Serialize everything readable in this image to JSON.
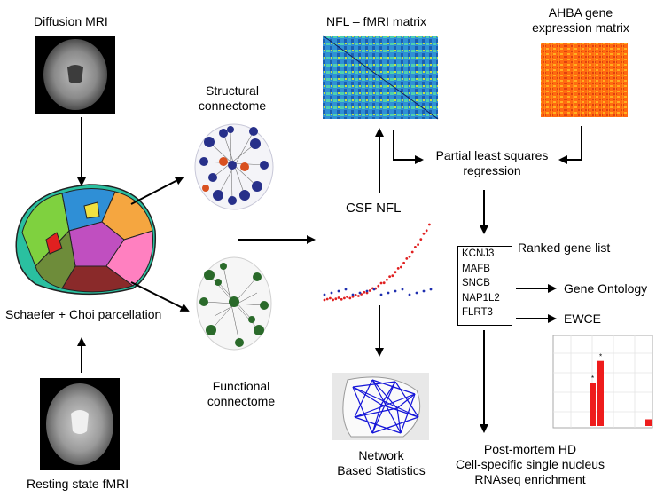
{
  "labels": {
    "diffusion_mri": "Diffusion MRI",
    "structural_connectome_1": "Structural",
    "structural_connectome_2": "connectome",
    "nfl_fmri_matrix": "NFL – fMRI matrix",
    "ahba_1": "AHBA gene",
    "ahba_2": "expression matrix",
    "pls_1": "Partial least squares",
    "pls_2": "regression",
    "csf_nfl": "CSF NFL",
    "ranked_gene_list": "Ranked gene list",
    "gene_ontology": "Gene Ontology",
    "ewce": "EWCE",
    "parcellation": "Schaefer + Choi parcellation",
    "functional_connectome_1": "Functional",
    "functional_connectome_2": "connectome",
    "resting_fmri": "Resting state fMRI",
    "nbs_1": "Network",
    "nbs_2": "Based Statistics",
    "postmortem_1": "Post-mortem HD",
    "postmortem_2": "Cell-specific single nucleus",
    "postmortem_3": "RNAseq enrichment"
  },
  "ranked_genes": [
    "KCNJ3",
    "MAFB",
    "SNCB",
    "NAP1L2",
    "FLRT3"
  ],
  "chart_data": {
    "type": "bar",
    "title": "",
    "xlabel": "",
    "ylabel": "",
    "series": [
      {
        "values": [
          0,
          0,
          0,
          0,
          0.52,
          0.78,
          0,
          0,
          0,
          0,
          0,
          0.08
        ]
      }
    ],
    "annotations": [
      "*",
      "*"
    ],
    "grid": true
  },
  "colors": {
    "structural_nodes": "#27308a",
    "structural_highlight": "#d9501f",
    "functional_nodes": "#2a6a2a",
    "scatter_high": "#e02020",
    "scatter_low": "#2030b0",
    "nbs_edges": "#1414d8",
    "bar_fill": "#ee1c1c",
    "matrix_hot": "#ff6a10",
    "matrix_cool": "#2080d0"
  }
}
